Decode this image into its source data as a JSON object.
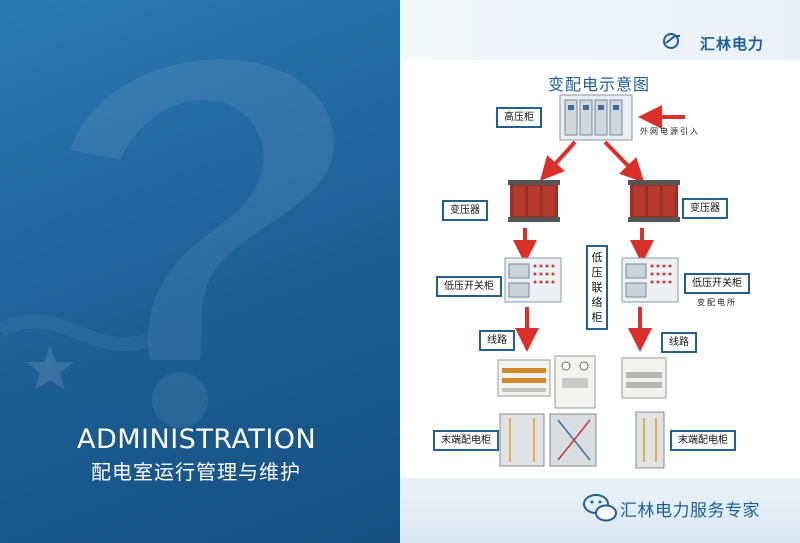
{
  "left_panel": {
    "heading_en": "ADMINISTRATION",
    "heading_cn": "配电室运行管理与维护"
  },
  "right_panel": {
    "brand": "汇林电力",
    "diagram_title": "变配电示意图",
    "labels": {
      "hv_cabinet": "高压柜",
      "external_power": "外网电源引入",
      "transformer_left": "变压器",
      "transformer_right": "变压器",
      "lv_switch_left": "低压开关柜",
      "lv_switch_right": "低压开关柜",
      "lv_tie": "低压联络柜",
      "substation": "变配电所",
      "line_left": "线路",
      "line_right": "线路",
      "terminal_left": "末端配电柜",
      "terminal_right": "末端配电柜"
    },
    "watermark": "汇林电力服务专家"
  },
  "colors": {
    "primary_blue": "#1d5f95",
    "arrow_red": "#d9302a",
    "border_blue": "#23608f"
  }
}
